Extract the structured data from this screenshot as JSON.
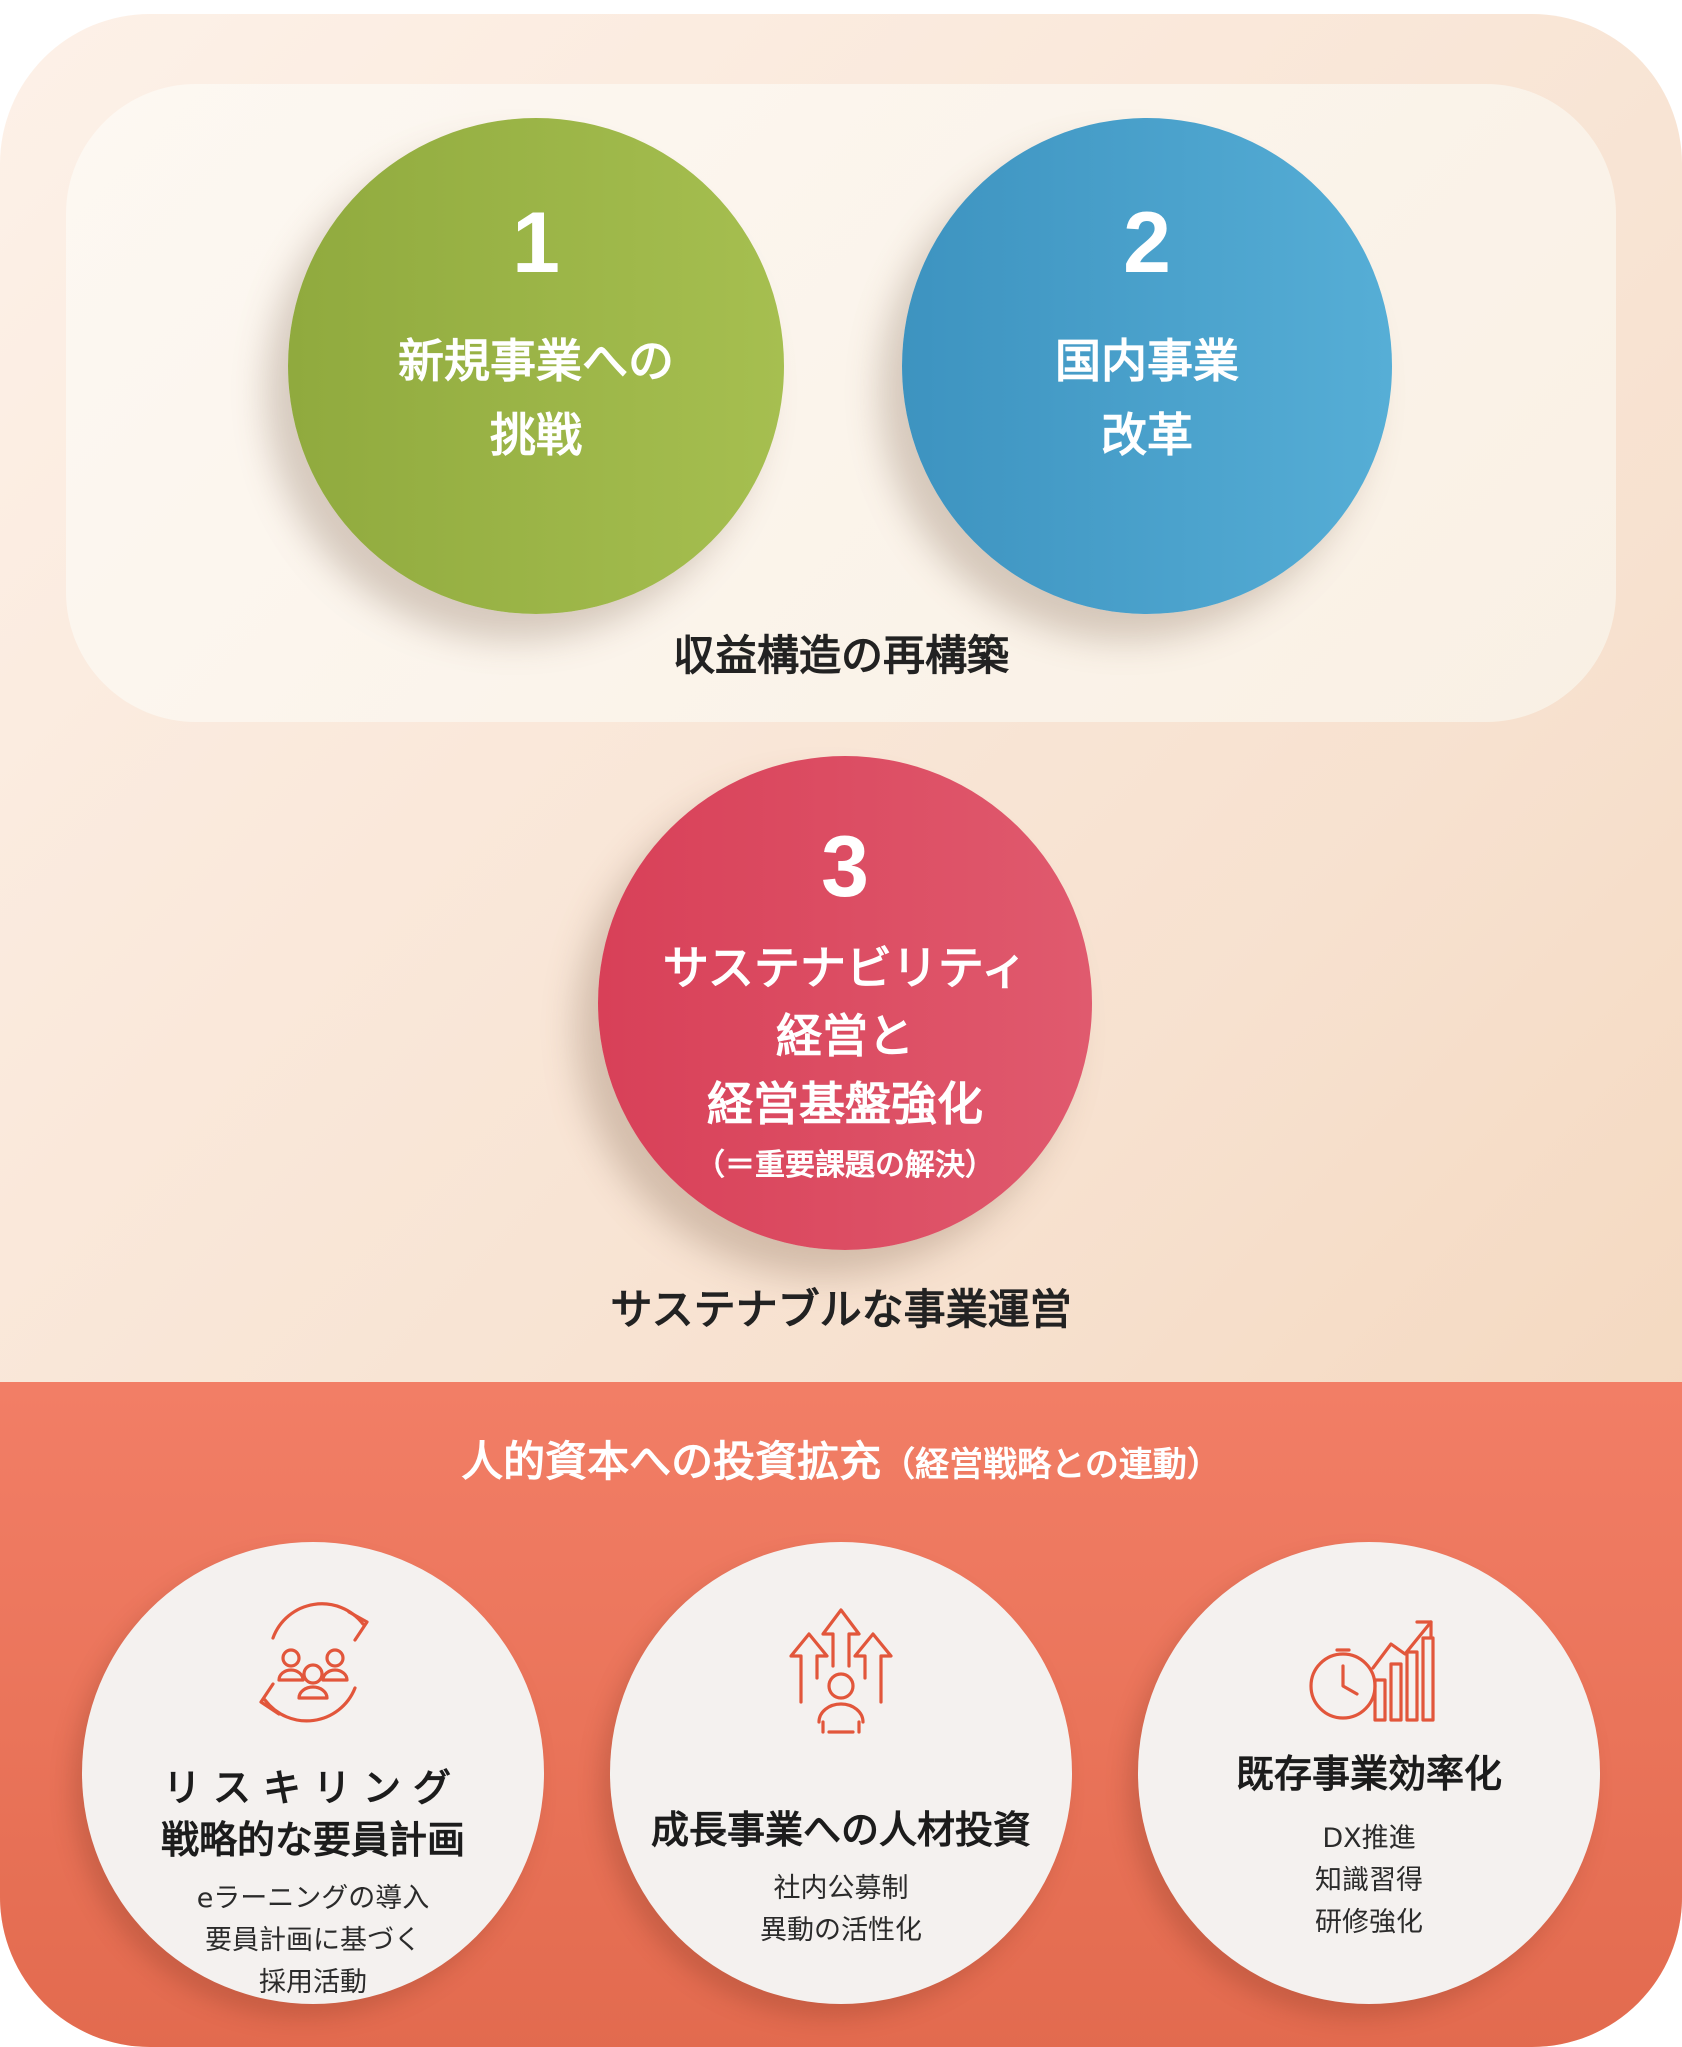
{
  "top": {
    "circles": [
      {
        "number": "1",
        "line1": "新規事業への",
        "line2": "挑戦",
        "color": "#9bb547"
      },
      {
        "number": "2",
        "line1": "国内事業",
        "line2": "改革",
        "color": "#4aa2cc"
      },
      {
        "number": "3",
        "line1": "サステナビリティ",
        "line2": "経営と",
        "line3": "経営基盤強化",
        "sub": "（＝重要課題の解決）",
        "color": "#dc4c62"
      }
    ],
    "caption1": "収益構造の再構築",
    "caption2": "サステナブルな事業運営"
  },
  "bottom": {
    "title": "人的資本への投資拡充",
    "title_paren": "（経営戦略との連動）",
    "color": "#ea7158",
    "items": [
      {
        "icon": "reskilling-people-cycle-icon",
        "title1": "リスキリング",
        "title2": "戦略的な要員計画",
        "desc": [
          "eラーニングの導入",
          "要員計画に基づく",
          "採用活動"
        ]
      },
      {
        "icon": "people-growth-arrows-icon",
        "title1": "成長事業への人材投資",
        "desc": [
          "社内公募制",
          "異動の活性化"
        ]
      },
      {
        "icon": "clock-bar-chart-icon",
        "title1": "既存事業効率化",
        "desc": [
          "DX推進",
          "知識習得",
          "研修強化"
        ]
      }
    ]
  }
}
